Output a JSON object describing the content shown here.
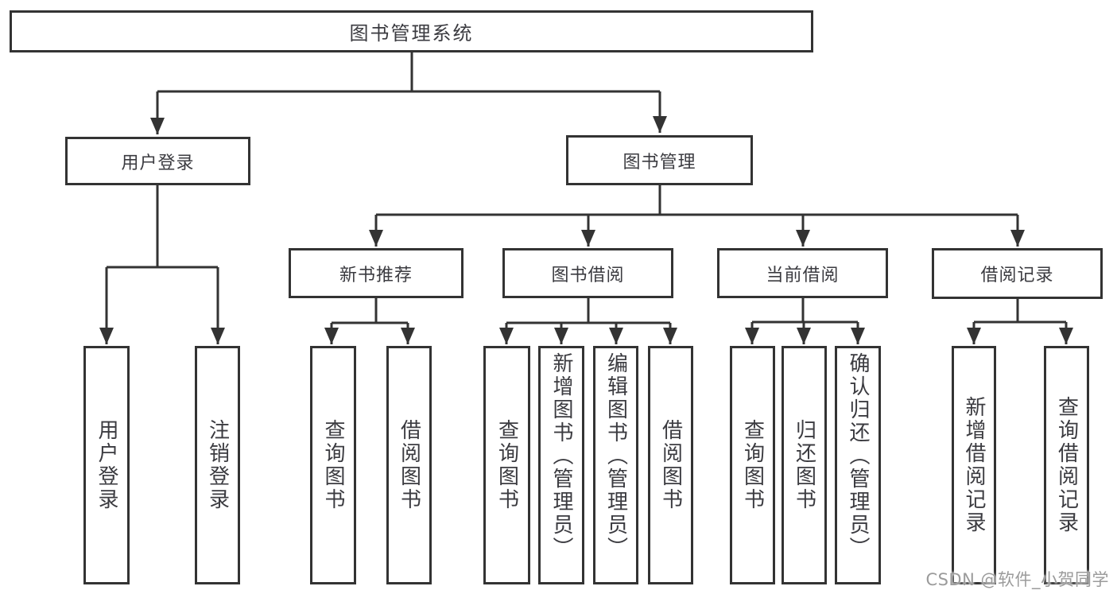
{
  "diagram": {
    "root": {
      "label": "图书管理系统"
    },
    "branches": [
      {
        "label": "用户登录",
        "children": [
          {
            "label": "用户登录"
          },
          {
            "label": "注销登录"
          }
        ]
      },
      {
        "label": "图书管理",
        "children": [
          {
            "label": "新书推荐",
            "children": [
              {
                "label": "查询图书"
              },
              {
                "label": "借阅图书"
              }
            ]
          },
          {
            "label": "图书借阅",
            "children": [
              {
                "label": "查询图书"
              },
              {
                "label": "新增图书（管理员）"
              },
              {
                "label": "编辑图书（管理员）"
              },
              {
                "label": "借阅图书"
              }
            ]
          },
          {
            "label": "当前借阅",
            "children": [
              {
                "label": "查询图书"
              },
              {
                "label": "归还图书"
              },
              {
                "label": "确认归还（管理员）"
              }
            ]
          },
          {
            "label": "借阅记录",
            "children": [
              {
                "label": "新增借阅记录"
              },
              {
                "label": "查询借阅记录"
              }
            ]
          }
        ]
      }
    ],
    "colors": {
      "line": "#333333",
      "box_border": "#333333",
      "text": "#3b3b40",
      "background": "#ffffff"
    }
  },
  "watermark": {
    "text": "CSDN @软件_小贺同学",
    "color": "#9b9b9b"
  }
}
